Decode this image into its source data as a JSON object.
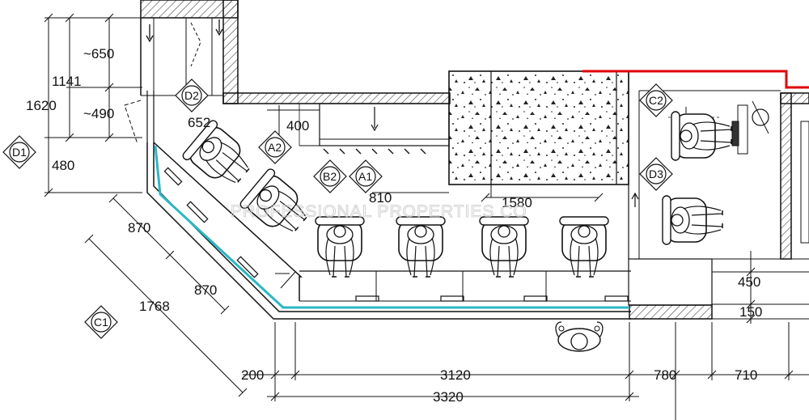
{
  "watermark": "PROFESSIONAL PROPERTIES CO",
  "dimensions": {
    "d650": "~650",
    "d1141": "1141",
    "d1620": "1620",
    "d490": "~490",
    "d480": "480",
    "d652": "652",
    "d400": "400",
    "d810": "810",
    "d1580": "1580",
    "d870a": "870",
    "d870b": "870",
    "d1768": "1768",
    "d450": "450",
    "d150": "150",
    "d200": "200",
    "d3120": "3120",
    "d780": "780",
    "d710": "710",
    "d3320": "3320"
  },
  "tags": {
    "D1": "D1",
    "D2": "D2",
    "D3": "D3",
    "A1": "A1",
    "A2": "A2",
    "B2": "B2",
    "C1": "C1",
    "C2": "C2"
  },
  "colors": {
    "line": "#111111",
    "counter_edge": "#2bb7c4",
    "boundary": "#e00000",
    "hatch": "#555555",
    "watermark": "#c8c8c8"
  }
}
